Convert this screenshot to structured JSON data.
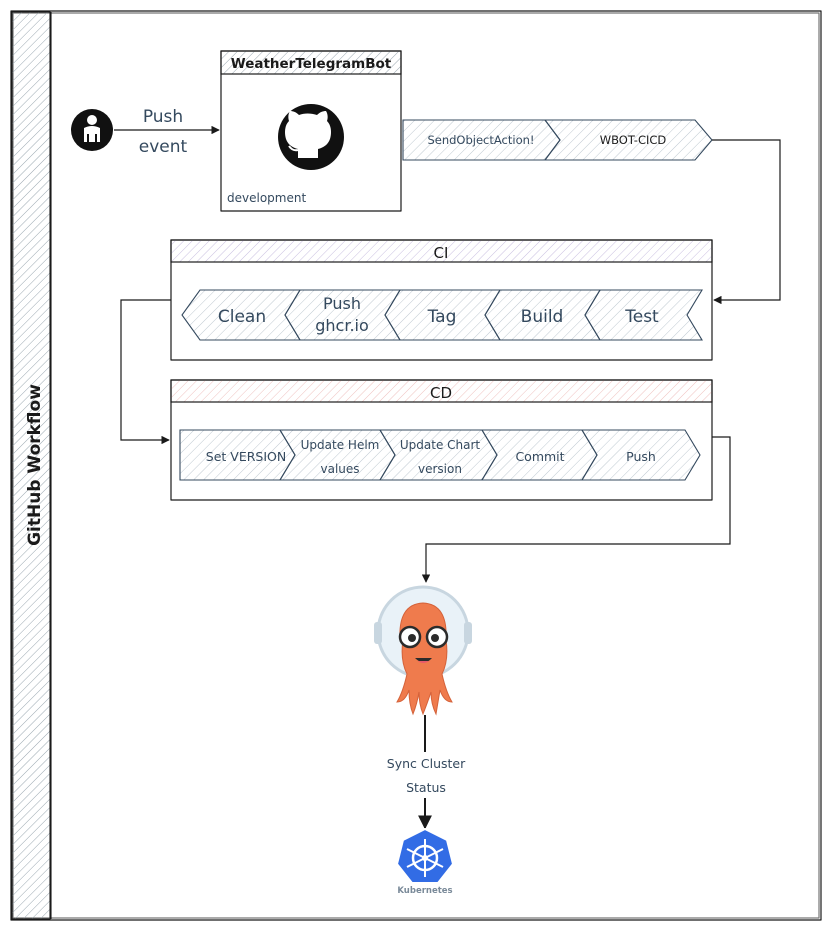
{
  "swimlane": {
    "title": "GitHub Workflow"
  },
  "trigger": {
    "label_line1": "Push",
    "label_line2": "event"
  },
  "repo": {
    "title": "WeatherTelegramBot",
    "branch": "development"
  },
  "dispatch": {
    "step1": "SendObjectAction!",
    "step2": "WBOT-CICD"
  },
  "ci": {
    "title": "CI",
    "steps": [
      {
        "line1": "Clean",
        "line2": ""
      },
      {
        "line1": "Push",
        "line2": "ghcr.io"
      },
      {
        "line1": "Tag",
        "line2": ""
      },
      {
        "line1": "Build",
        "line2": ""
      },
      {
        "line1": "Test",
        "line2": ""
      }
    ]
  },
  "cd": {
    "title": "CD",
    "steps": [
      {
        "line1": "Set VERSION",
        "line2": ""
      },
      {
        "line1": "Update Helm",
        "line2": "values"
      },
      {
        "line1": "Update Chart",
        "line2": "version"
      },
      {
        "line1": "Commit",
        "line2": ""
      },
      {
        "line1": "Push",
        "line2": ""
      }
    ]
  },
  "argo": {
    "label_line1": "Sync Cluster",
    "label_line2": "Status"
  },
  "kubernetes": {
    "label": "Kubernetes"
  },
  "colors": {
    "hatch": "#9aa7b0",
    "ci_header": "#e8e3f3",
    "cd_header": "#f8dedd",
    "argo_orange": "#ef7b4d",
    "k8s_blue": "#326ce5",
    "text": "#34495e"
  }
}
